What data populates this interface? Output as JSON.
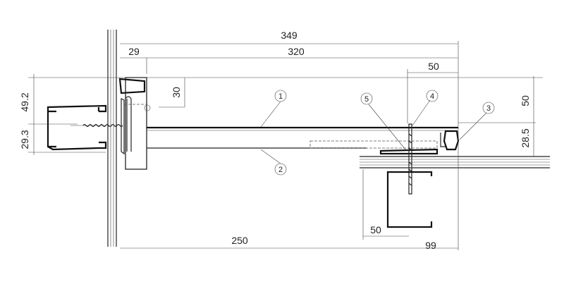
{
  "dimensions": {
    "top_total": "349",
    "top_left": "29",
    "top_right": "320",
    "top_small": "50",
    "left_upper": "49.2",
    "left_lower": "29.3",
    "inner_vertical": "30",
    "right_upper": "50",
    "right_lower": "28.5",
    "bottom_long": "250",
    "bottom_small": "50",
    "bottom_right": "99"
  },
  "callouts": {
    "c1": "1",
    "c2": "2",
    "c3": "3",
    "c4": "4",
    "c5": "5"
  }
}
